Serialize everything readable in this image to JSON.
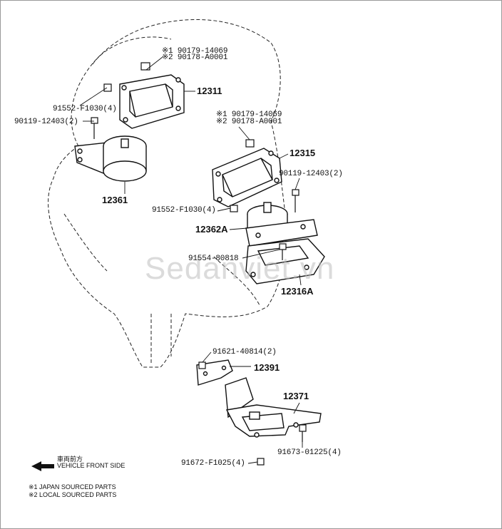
{
  "labels": {
    "p90179_a": "※1 90179-14069",
    "p90178_a": "※2 90178-A0001",
    "p12311": "12311",
    "p91552_a": "91552-F1030(4)",
    "p90119_a": "90119-12403(2)",
    "p12361": "12361",
    "p90179_b": "※1 90179-14069",
    "p90178_b": "※2 90178-A0001",
    "p12315": "12315",
    "p90119_b": "90119-12403(2)",
    "p91552_b": "91552-F1030(4)",
    "p12362A": "12362A",
    "p91554": "91554-80818",
    "p12316A": "12316A",
    "p91621": "91621-40814(2)",
    "p12391": "12391",
    "p12371": "12371",
    "p91672": "91672-F1025(4)",
    "p91673": "91673-01225(4)"
  },
  "legend": {
    "front_jp": "車両前方",
    "front_en": "VEHICLE FRONT SIDE",
    "note1": "※1 JAPAN SOURCED PARTS",
    "note2": "※2 LOCAL SOURCED PARTS"
  },
  "watermark": "Sedanviet.vn",
  "colors": {
    "line": "#111111",
    "fill": "#ffffff",
    "watermark": "#bebebe"
  }
}
